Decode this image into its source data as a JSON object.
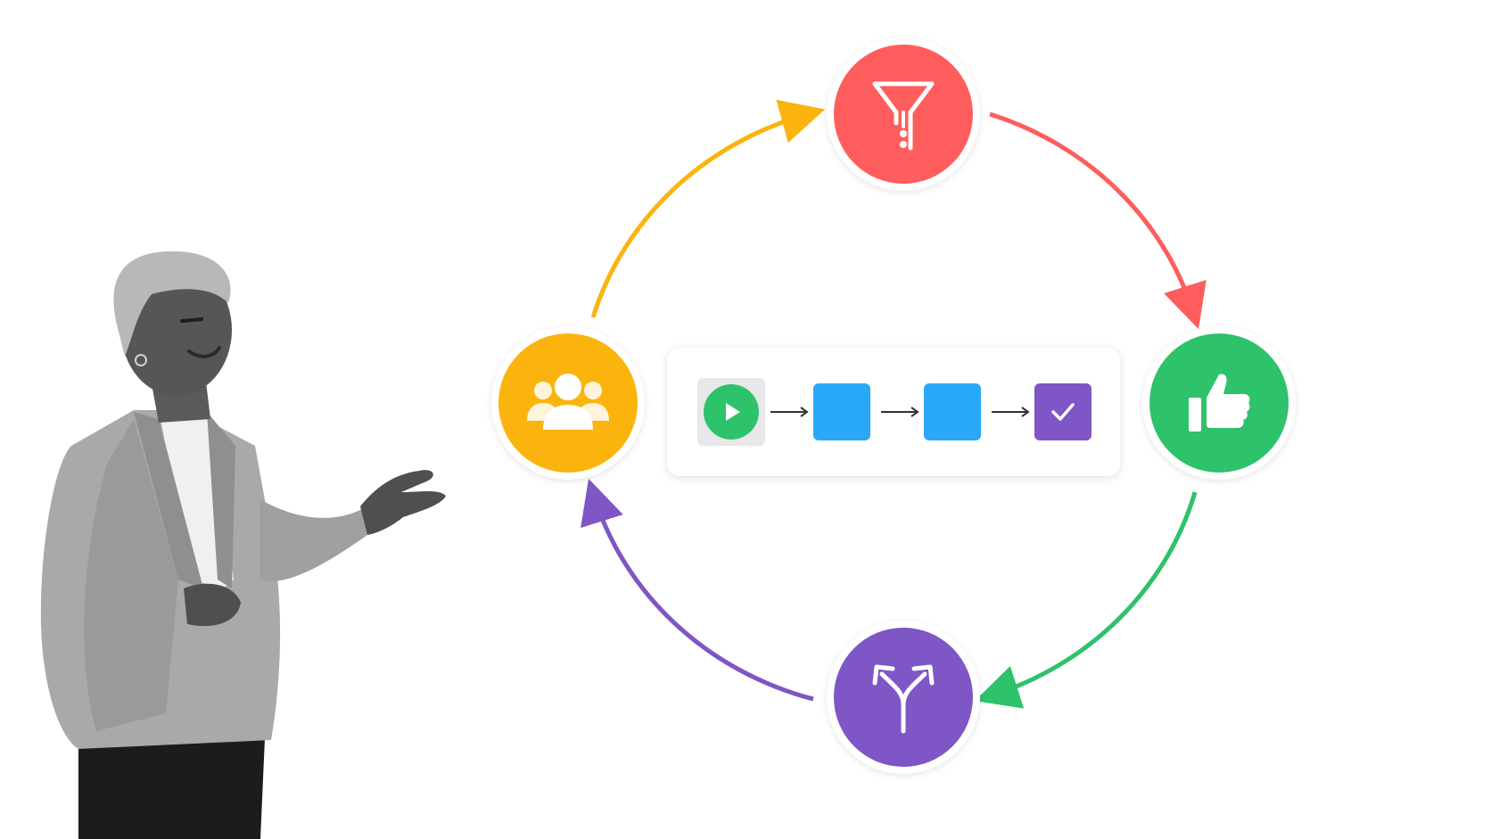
{
  "colors": {
    "funnel": "#ff5d5d",
    "approve": "#2ec26a",
    "branch": "#7f56c5",
    "team": "#fbb40e",
    "process_step": "#2aa8f8",
    "complete_step": "#7f56c5",
    "start_step": "#2ec26a"
  },
  "cycle": {
    "nodes": [
      {
        "name": "funnel",
        "icon": "funnel-icon"
      },
      {
        "name": "approve",
        "icon": "thumbs-up-icon"
      },
      {
        "name": "branch",
        "icon": "branch-arrows-icon"
      },
      {
        "name": "team",
        "icon": "users-icon"
      }
    ],
    "direction": "clockwise"
  },
  "workflow": {
    "steps": [
      {
        "kind": "start",
        "icon": "play-icon"
      },
      {
        "kind": "process",
        "icon": "square"
      },
      {
        "kind": "process",
        "icon": "square"
      },
      {
        "kind": "complete",
        "icon": "check-icon"
      }
    ]
  },
  "presenter": {
    "icon": "presenter-figure"
  }
}
